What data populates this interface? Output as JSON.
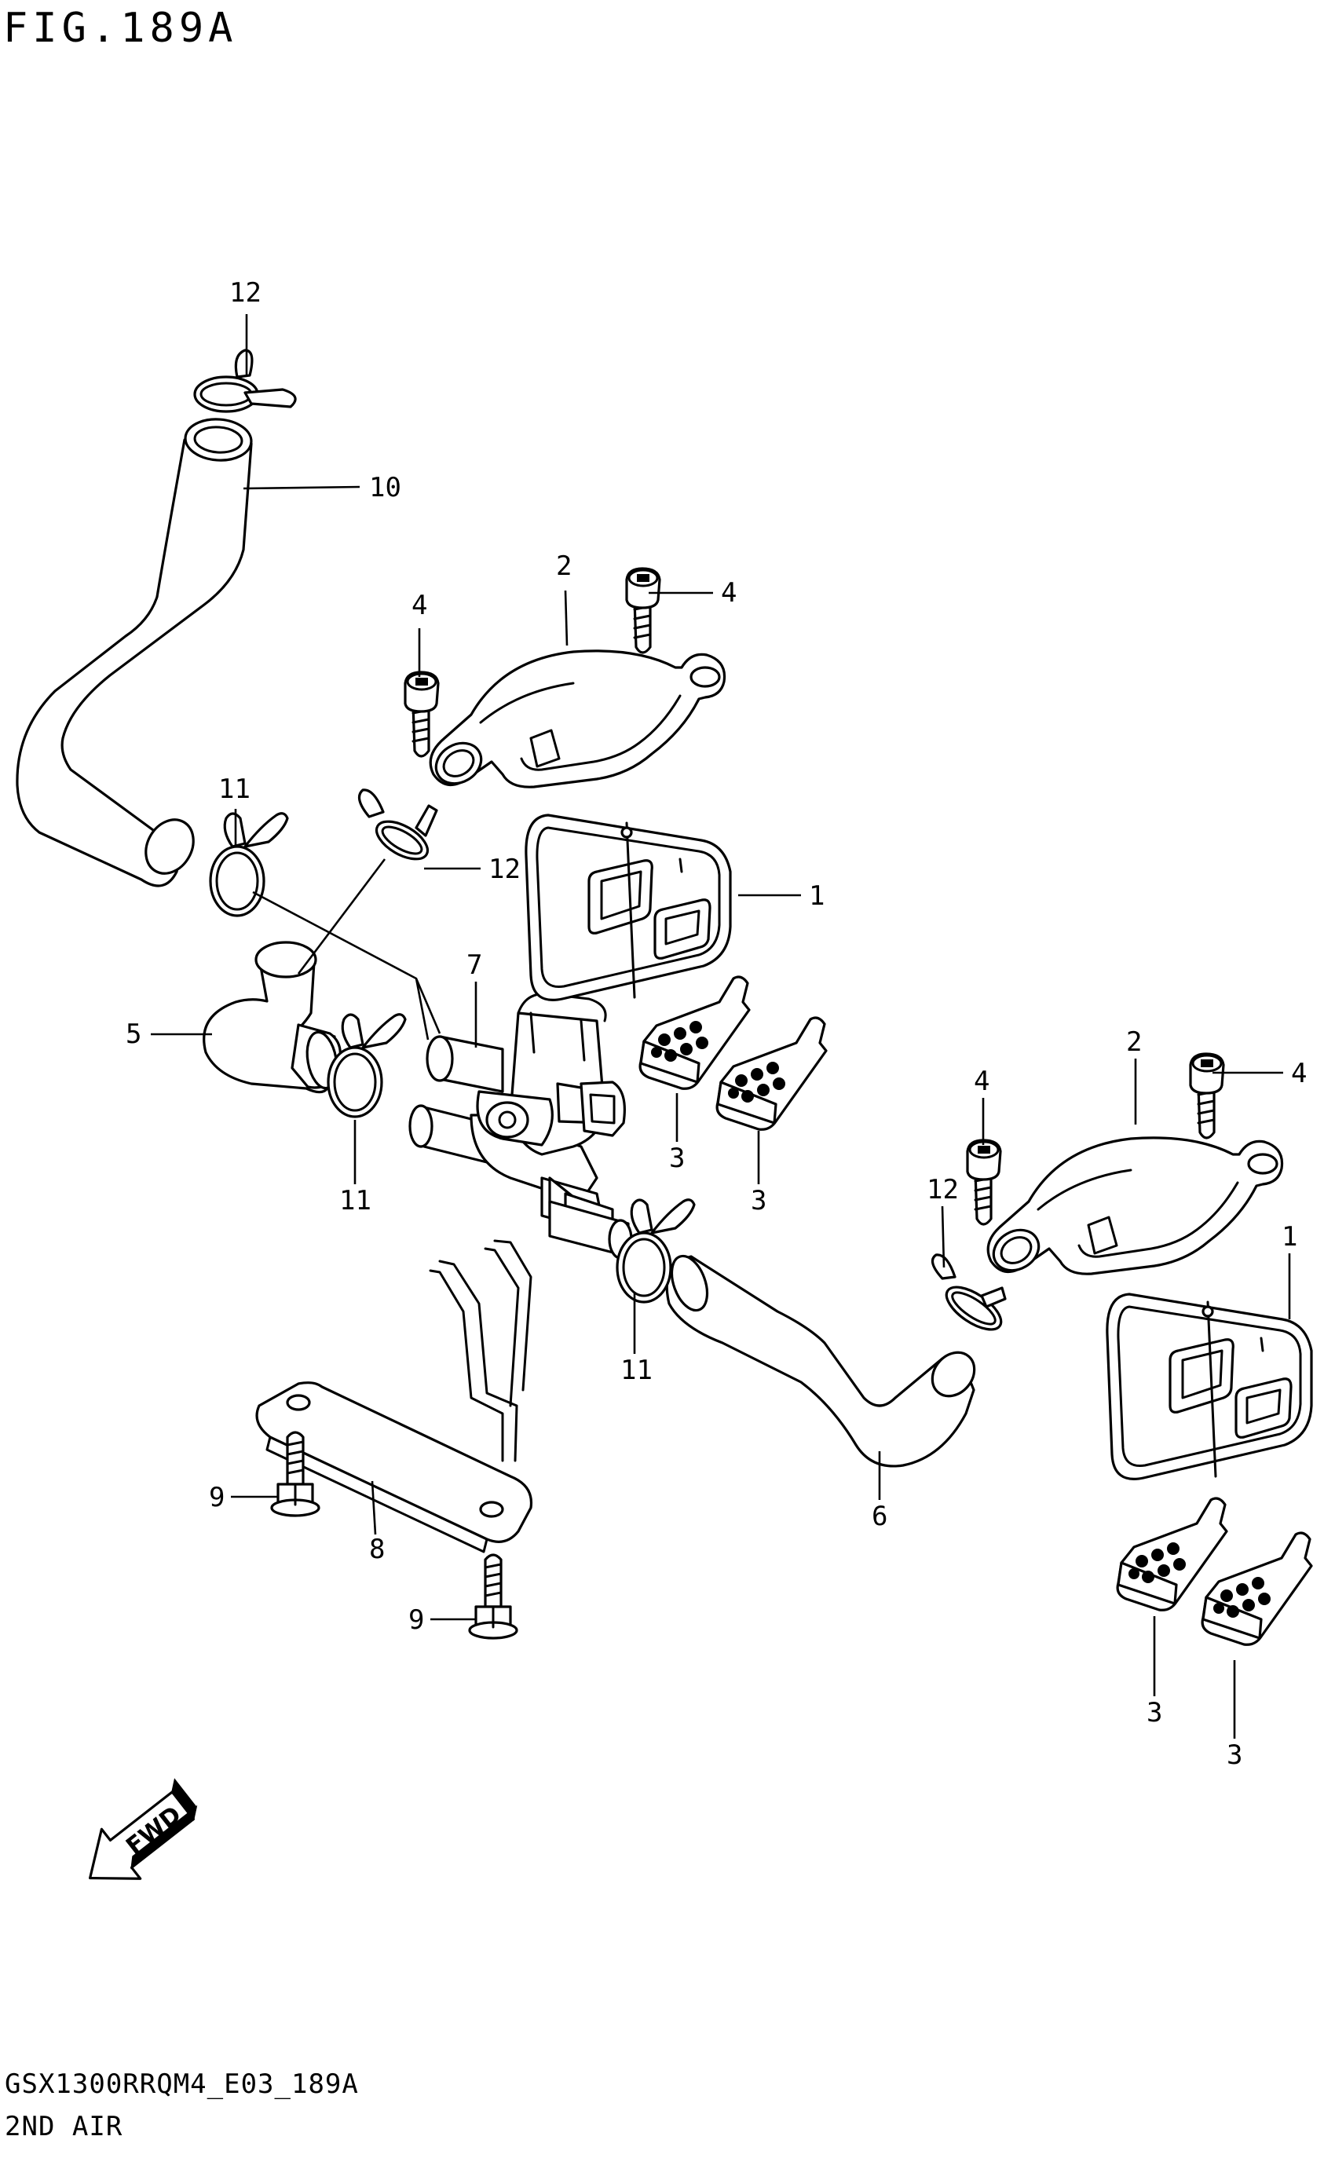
{
  "figure_title": "FIG.189A",
  "model_code": "GSX1300RRQM4_E03_189A",
  "section_name": "2ND AIR",
  "fwd_label": "FWD",
  "callouts": {
    "c1a": "1",
    "c1b": "1",
    "c2a": "2",
    "c2b": "2",
    "c3a": "3",
    "c3b": "3",
    "c3c": "3",
    "c3d": "3",
    "c4a": "4",
    "c4b": "4",
    "c4c": "4",
    "c4d": "4",
    "c5": "5",
    "c6": "6",
    "c7": "7",
    "c8": "8",
    "c9a": "9",
    "c9b": "9",
    "c10": "10",
    "c11a": "11",
    "c11b": "11",
    "c11c": "11",
    "c12a": "12",
    "c12b": "12",
    "c12c": "12"
  }
}
